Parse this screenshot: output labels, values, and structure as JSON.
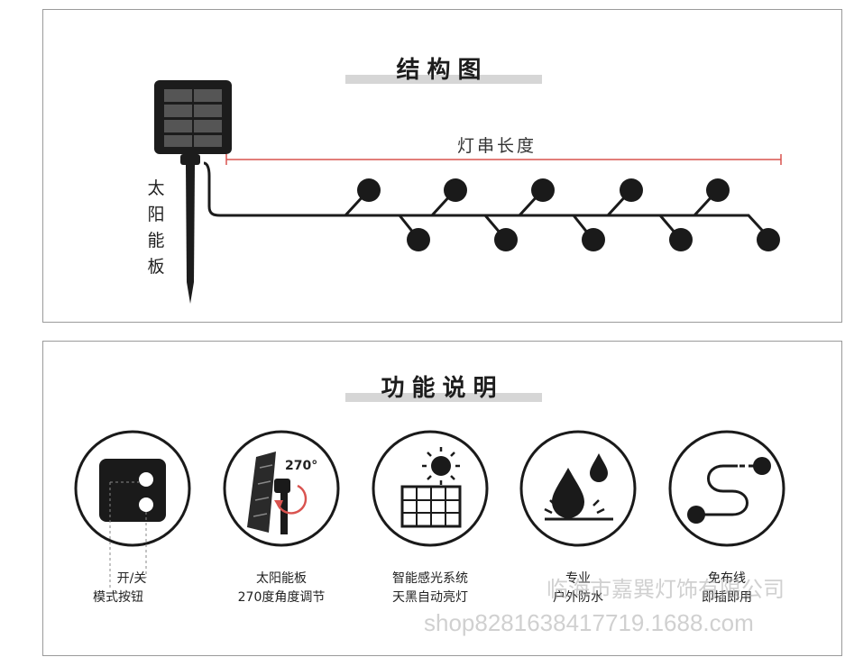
{
  "structure": {
    "title": "结构图",
    "length_label": "灯串长度",
    "solar_label": [
      "太",
      "阳",
      "能",
      "板"
    ]
  },
  "function": {
    "title": "功能说明",
    "features": [
      {
        "icon": "switch-box-icon",
        "lines": [
          "开/关",
          "模式按钮"
        ]
      },
      {
        "icon": "solar-panel-rotate-icon",
        "badge": "270°",
        "lines": [
          "太阳能板",
          "270度角度调节"
        ]
      },
      {
        "icon": "sun-panel-icon",
        "lines": [
          "智能感光系统",
          "天黑自动亮灯"
        ]
      },
      {
        "icon": "water-drop-icon",
        "lines": [
          "专业",
          "户外防水"
        ]
      },
      {
        "icon": "cable-icon",
        "lines": [
          "免布线",
          "即插即用"
        ]
      }
    ]
  },
  "watermark": {
    "company": "临海市嘉巽灯饰有限公司",
    "shop": "shop8281638417719.1688.com"
  },
  "colors": {
    "accent_red": "#d9534f",
    "ink": "#1a1a1a",
    "title_bar": "#d6d6d6"
  }
}
